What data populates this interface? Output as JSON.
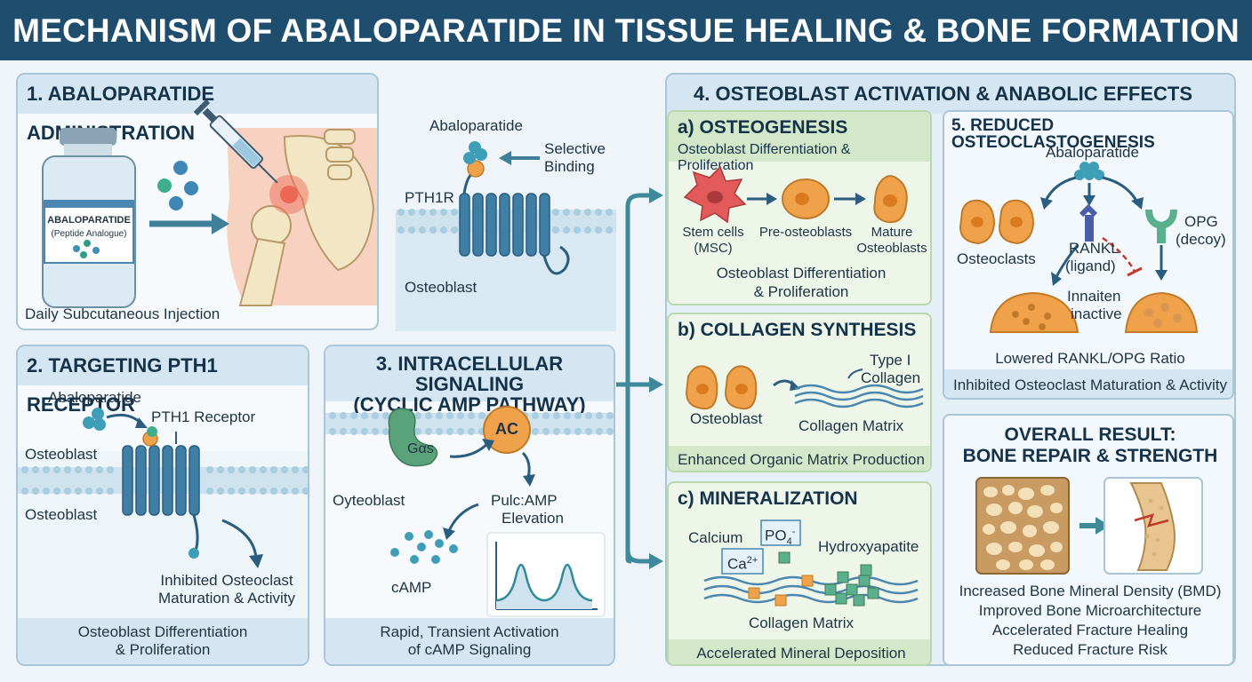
{
  "title": "MECHANISM OF ABALOPARATIDE IN TISSUE HEALING & BONE FORMATION",
  "panel1": {
    "title": "1. ABALOPARATIDE ADMINISTRATION",
    "vial_label": "ABALOPARATIDE",
    "vial_sublabel": "(Peptide Analogue)",
    "caption": "Daily Subcutaneous Injection"
  },
  "binding": {
    "ligand": "Abaloparatide",
    "arrow_label_1": "Selective",
    "arrow_label_2": "Binding",
    "receptor": "PTH1R",
    "cell": "Osteoblast"
  },
  "panel2": {
    "title": "2. TARGETING PTH1 RECEPTOR",
    "ligand": "Abaloparatide",
    "receptor": "PTH1 Receptor",
    "cell_top": "Osteoblast",
    "cell_bottom": "Osteoblast",
    "effect_1": "Inhibited Osteoclast",
    "effect_2": "Maturation & Activity",
    "footer_1": "Osteoblast Differentiation",
    "footer_2": "& Proliferation"
  },
  "panel3": {
    "title_1": "3. INTRACELLULAR SIGNALING",
    "title_2": "(CYCLIC AMP PATHWAY)",
    "g_protein": "Gαs",
    "enzyme": "AC",
    "cell": "Oyteoblast",
    "elev_1": "Pulc:AMP",
    "elev_2": "Elevation",
    "camp": "cAMP",
    "footer_1": "Rapid, Transient Activation",
    "footer_2": "of cAMP Signaling"
  },
  "panel4": {
    "title": "4. OSTEOBLAST ACTIVATION & ANABOLIC EFFECTS",
    "a": {
      "title": "a) OSTEOGENESIS",
      "subtitle": "Osteoblast Differentiation & Proliferation",
      "stage1_1": "Stem cells",
      "stage1_2": "(MSC)",
      "stage2": "Pre-osteoblasts",
      "stage3_1": "Mature",
      "stage3_2": "Osteoblasts",
      "footer_1": "Osteoblast Differentiation",
      "footer_2": "& Proliferation"
    },
    "b": {
      "title": "b) COLLAGEN SYNTHESIS",
      "cell": "Osteoblast",
      "type_1": "Type I",
      "type_2": "Collagen",
      "matrix": "Collagen Matrix",
      "footer": "Enhanced Organic Matrix Production"
    },
    "c": {
      "title": "c) MINERALIZATION",
      "calcium": "Calcium",
      "po4": "PO",
      "po4_sub": "4",
      "po4_sup": "-",
      "ca": "Ca",
      "ca_sup": "2+",
      "hydroxy": "Hydroxyapatite",
      "matrix": "Collagen Matrix",
      "footer": "Accelerated Mineral Deposition"
    }
  },
  "panel5": {
    "title": "5. REDUCED OSTEOCLASTOGENESIS",
    "ligand": "Abaloparatide",
    "osteoclasts": "Osteoclasts",
    "rankl_1": "RANKL",
    "rankl_2": "(ligand)",
    "opg_1": "OPG",
    "opg_2": "(decoy)",
    "inactive_1": "Innaiten",
    "inactive_2": "inactive",
    "ratio": "Lowered RANKL/OPG Ratio",
    "footer": "Inhibited Osteoclast Maturation & Activity"
  },
  "result": {
    "title_1": "OVERALL RESULT:",
    "title_2": "BONE REPAIR & STRENGTH",
    "outcomes": [
      "Increased Bone Mineral Density (BMD)",
      "Improved Bone Microarchitecture",
      "Accelerated Fracture Healing",
      "Reduced Fracture Risk"
    ]
  },
  "colors": {
    "banner": "#1f4d6e",
    "receptor": "#3f7fa6",
    "cell_orange": "#f0a24a",
    "arrow": "#3f8a9a",
    "green_panel": "#eef6ea"
  }
}
